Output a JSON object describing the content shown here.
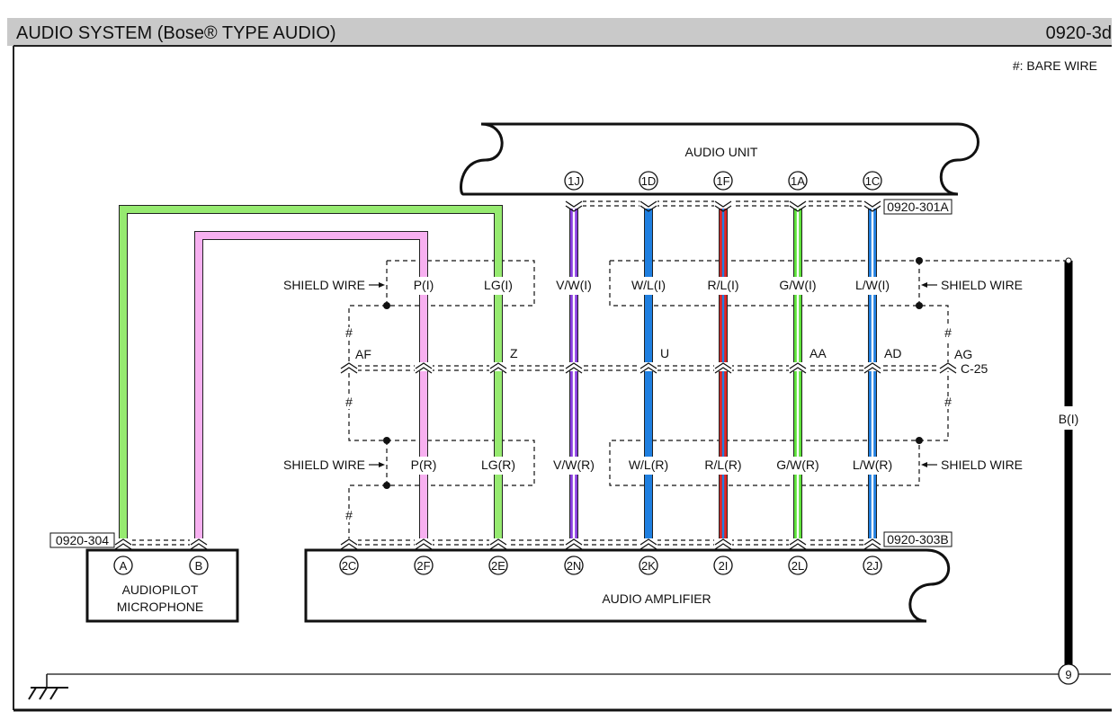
{
  "header": {
    "title": "AUDIO SYSTEM (Bose® TYPE AUDIO)",
    "page_code": "0920-3d"
  },
  "legend": {
    "bare_wire": "#: BARE WIRE",
    "bare_mark": "#"
  },
  "components": {
    "audio_unit": "AUDIO UNIT",
    "audio_amplifier": "AUDIO AMPLIFIER",
    "microphone_line1": "AUDIOPILOT",
    "microphone_line2": "MICROPHONE"
  },
  "connector_refs": {
    "audio_unit": "0920-301A",
    "amplifier": "0920-303B",
    "microphone": "0920-304",
    "joint": "C-25"
  },
  "shield": {
    "label": "SHIELD WIRE",
    "drain_amp_pin": "2C",
    "drain_left_joint": "AF",
    "drain_right_joint": "AG"
  },
  "wires": [
    {
      "upper_label": "P(I)",
      "lower_label": "P(R)",
      "amp_pin": "2F",
      "mic_pin": "B",
      "joint": "",
      "color": "#f7b0f0",
      "tracer": ""
    },
    {
      "upper_label": "LG(I)",
      "lower_label": "LG(R)",
      "amp_pin": "2E",
      "mic_pin": "A",
      "joint": "Z",
      "color": "#96ea70",
      "tracer": ""
    },
    {
      "upper_label": "V/W(I)",
      "lower_label": "V/W(R)",
      "unit_pin": "1J",
      "amp_pin": "2N",
      "joint": "",
      "color": "#8a3fe0",
      "tracer": "#ffffff"
    },
    {
      "upper_label": "W/L(I)",
      "lower_label": "W/L(R)",
      "unit_pin": "1D",
      "amp_pin": "2K",
      "joint": "U",
      "color": "#1f7fe0",
      "tracer": "#1f7fe0"
    },
    {
      "upper_label": "R/L(I)",
      "lower_label": "R/L(R)",
      "unit_pin": "1F",
      "amp_pin": "2I",
      "joint": "",
      "color": "#e02424",
      "tracer": "#1f7fe0"
    },
    {
      "upper_label": "G/W(I)",
      "lower_label": "G/W(R)",
      "unit_pin": "1A",
      "amp_pin": "2L",
      "joint": "AA",
      "color": "#5ee23a",
      "tracer": "#ffffff"
    },
    {
      "upper_label": "L/W(I)",
      "lower_label": "L/W(R)",
      "unit_pin": "1C",
      "amp_pin": "2J",
      "joint": "AD",
      "color": "#1f7fe0",
      "tracer": "#ffffff"
    }
  ],
  "ground_wire": {
    "label": "B(I)",
    "ground_point": "9",
    "color": "#000000"
  },
  "colors": {
    "header_bg": "#c9c9c9"
  }
}
